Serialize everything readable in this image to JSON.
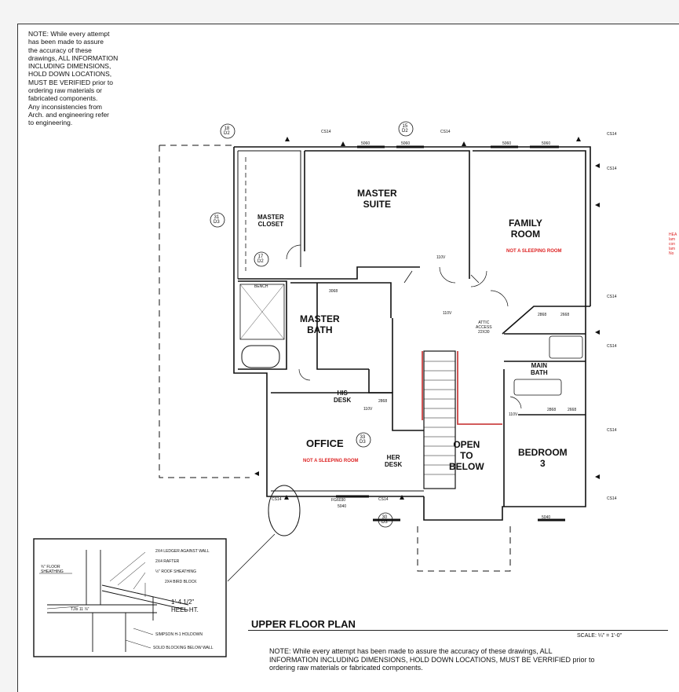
{
  "notes": {
    "top": "NOTE:  While every attempt\n   has been made to assure\n   the accuracy of these\n   drawings, ALL INFORMATION\n   INCLUDING DIMENSIONS,\n   HOLD DOWN LOCATIONS,\n   MUST BE VERIFIED prior to\n   ordering raw materials or\n   fabricated components.\n   Any inconsistencies from\n   Arch. and engineering refer\n   to engineering.",
    "bottom": "NOTE:  While every attempt has been made to assure the accuracy of these drawings, ALL INFORMATION INCLUDING DIMENSIONS, HOLD DOWN LOCATIONS, MUST BE VERRIFIED prior to ordering raw materials or fabricated components."
  },
  "title": "UPPER FLOOR PLAN",
  "scale": "SCALE:  ¼\" = 1'-0\"",
  "rooms": {
    "master_suite": "MASTER\nSUITE",
    "master_closet": "MASTER\nCLOSET",
    "family_room": "FAMILY\nROOM",
    "master_bath": "MASTER\nBATH",
    "main_bath": "MAIN\nBATH",
    "office": "OFFICE",
    "his_desk": "HIS\nDESK",
    "her_desk": "HER\nDESK",
    "open_to_below": "OPEN\nTO\nBELOW",
    "bedroom3": "BEDROOM\n3"
  },
  "warnings": {
    "family": "NOT A SLEEPING ROOM",
    "office": "NOT A SLEEPING ROOM"
  },
  "small_labels": {
    "bench": "BENCH",
    "attic": "ATTIC\nACCESS\n22X30",
    "v110": "110V",
    "size_5060": "5060",
    "size_3068": "3068",
    "size_2868": "2868",
    "size_2668": "2668",
    "size_5040": "5040",
    "cs14": "CS14",
    "fixed": "FG6030"
  },
  "callouts": {
    "c18": "18\nD2",
    "c15": "15\nD2",
    "c31": "31\nD3",
    "c17": "17\nD2",
    "c33": "33\nD3",
    "c30": "30\nD3"
  },
  "detail": {
    "ledger": "2X4 LEDGER AGAINST WALL",
    "rafter": "2X4 RAFTER",
    "roof_sheathing": "½\" ROOF SHEATHING",
    "bird_block": "2X4 BIRD BLOCK",
    "floor_sheathing": "¾\" FLOOR\nSHEATHING",
    "tji": "TJIs 11 ⅞\"",
    "heel": "1'-4 1/2\"\nHEEL HT.",
    "holdown": "SIMPSON H-1 HOLDOWN",
    "blocking": "SOLID BLOCKING BELOW WALL"
  },
  "side_note": "HEA\nlam\ncon\nlam\nNo"
}
